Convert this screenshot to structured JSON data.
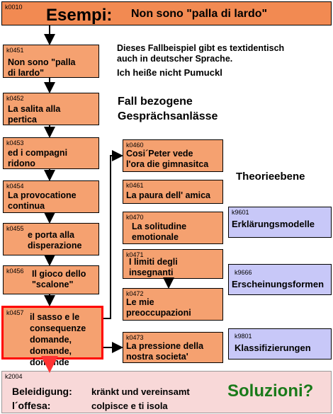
{
  "header": {
    "code": "k0010",
    "title": "Esempi:",
    "subtitle": "Non sono \"palla di lardo\""
  },
  "left_chain": [
    {
      "code": "k0451",
      "text": "Non sono \"palla\ndi lardo\""
    },
    {
      "code": "k0452",
      "text": "La salita alla\npertica"
    },
    {
      "code": "k0453",
      "text": "ed i compagni\nridono"
    },
    {
      "code": "k0454",
      "text": "La provocatione\ncontinua"
    },
    {
      "code": "k0455",
      "text": "e porta alla\ndisperazione"
    },
    {
      "code": "k0456",
      "text": "Il gioco dello\n\"scalone\""
    },
    {
      "code": "k0457",
      "text": "il sasso e le\nconsequenze\ndomande, domande,\ndomande"
    }
  ],
  "right_chain": [
    {
      "code": "k0460",
      "text": "Cosi´Peter vede\nl'ora die gimnasitca"
    },
    {
      "code": "k0461",
      "text": "La paura dell' amica"
    },
    {
      "code": "k0470",
      "text": "La solitudine\nemotionale"
    },
    {
      "code": "k0471",
      "text": "I limiti degli\ninsegnanti"
    },
    {
      "code": "k0472",
      "text": "Le mie\npreoccupazioni"
    },
    {
      "code": "k0473",
      "text": "La pressione della\nnostra societa'"
    }
  ],
  "theory": [
    {
      "code": "k9601",
      "text": "Erklärungsmodelle"
    },
    {
      "code": "k9666",
      "text": "Erscheinungsformen"
    },
    {
      "code": "k9801",
      "text": "Klassifizierungen"
    }
  ],
  "notes": {
    "german_intro": "Dieses Fallbeispiel gibt es textidentisch\nauch in deutscher Sprache.",
    "german_title": "Ich heiße nicht Pumuckl",
    "fall_label": "Fall bezogene\nGesprächsanlässe",
    "theorie_label": "Theorieebene"
  },
  "footer": {
    "code": "k2004",
    "row1_term": "Beleidigung:",
    "row1_desc": "kränkt und vereinsamt",
    "row2_term": "l´offesa:",
    "row2_desc": "colpisce e ti isola",
    "soluzioni": "Soluzioni?"
  },
  "colors": {
    "box_fill": "#f5a170",
    "header_fill": "#f28a52",
    "theory_fill": "#c8c8f8",
    "footer_fill": "#f8d8d8",
    "highlight": "#ff0000",
    "soluzioni": "#1a7a1a"
  }
}
